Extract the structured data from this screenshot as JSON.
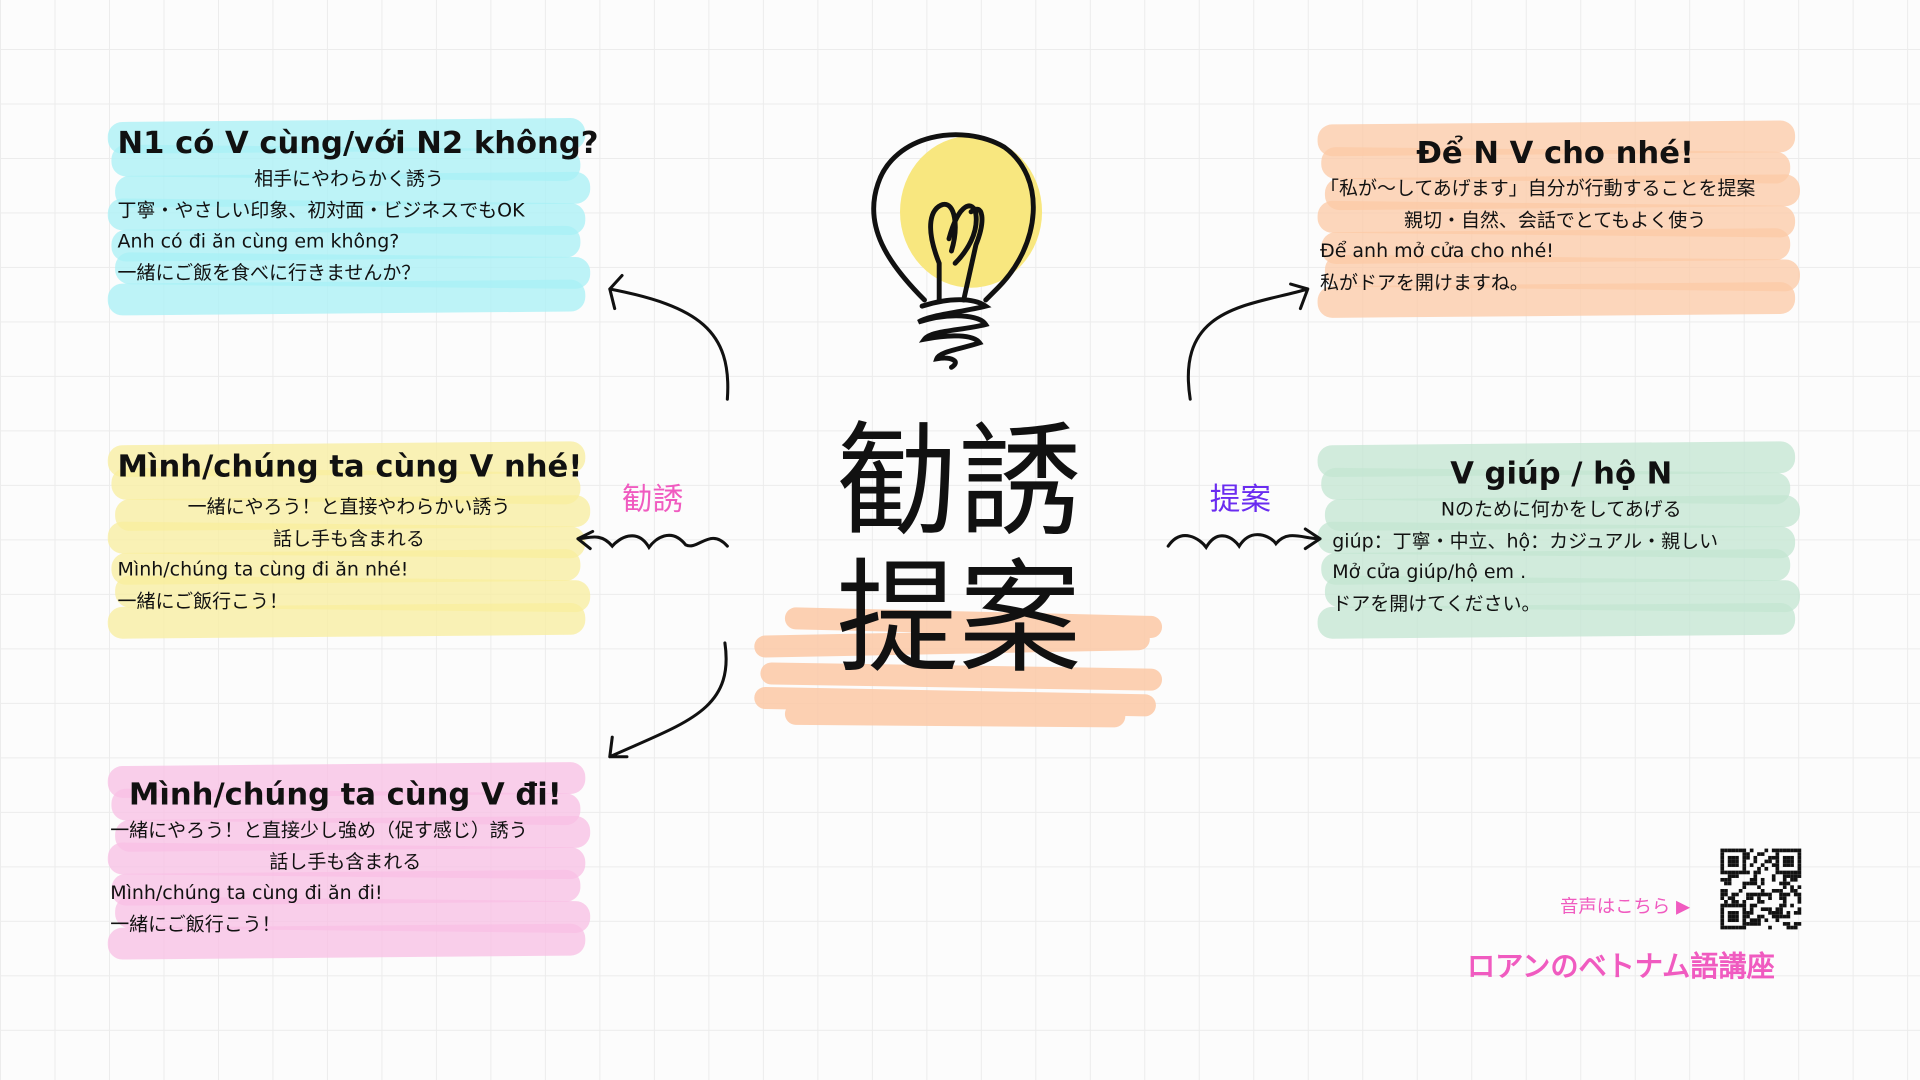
{
  "center": {
    "line1": "勧誘",
    "line2": "提案"
  },
  "labels": {
    "left": "勧誘",
    "right": "提案",
    "left_color": "#f05bc0",
    "right_color": "#6a2cf0"
  },
  "cards": [
    {
      "title": "N1 có V cùng/với N2 không?",
      "color": "#a8f0f6",
      "lines": [
        "相手にやわらかく誘う",
        "丁寧・やさしい印象、初対面・ビジネスでもOK",
        "Anh có đi ăn cùng em không?",
        "一緒にご飯を食べに行きませんか？"
      ]
    },
    {
      "title": "Mình/chúng ta cùng V nhé!",
      "color": "#f8ee9e",
      "lines": [
        "一緒にやろう！と直接やわらかい誘う",
        "話し手も含まれる",
        "Mình/chúng ta cùng đi ăn nhé!",
        "一緒にご飯行こう！"
      ]
    },
    {
      "title": "Mình/chúng ta cùng V đi!",
      "color": "#f8bfe4",
      "lines": [
        "一緒にやろう！と直接少し強め（促す感じ）誘う",
        "話し手も含まれる",
        "Mình/chúng ta cùng đi ăn đi!",
        "一緒にご飯行こう！"
      ]
    },
    {
      "title": "Để N V cho nhé!",
      "color": "#fcc9a6",
      "lines": [
        "「私が～してあげます」自分が行動することを提案",
        "親切・自然、会話でとてもよく使う",
        "Để anh mở cửa cho nhé!",
        "私がドアを開けますね。"
      ]
    },
    {
      "title": "V giúp / hộ N",
      "color": "#c3e6d2",
      "lines": [
        "Nのために何かをしてあげる",
        "giúp：丁寧・中立、hộ：カジュアル・親しい",
        "Mở cửa giúp/hộ em .",
        "ドアを開けてください。"
      ]
    }
  ],
  "footer": {
    "audio_label": "音声はこちら ▶",
    "brand": "ロアンのベトナム語講座",
    "accent": "#f05bc0"
  }
}
